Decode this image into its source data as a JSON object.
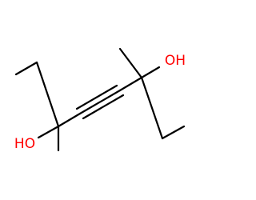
{
  "molecule": {
    "atoms": [
      {
        "id": "oh-upper",
        "label": "OH",
        "color": "#ff0000"
      },
      {
        "id": "oh-lower",
        "label": "HO",
        "color": "#ff0000"
      }
    ],
    "bond_color": "#000000",
    "triple_bond": true
  }
}
